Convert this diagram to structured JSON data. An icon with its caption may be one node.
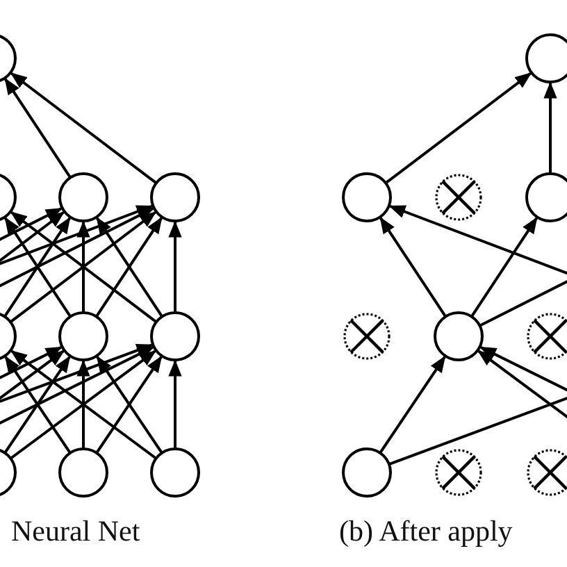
{
  "diagram": {
    "nodes": [
      {
        "text": [],
        "shape": "circle"
      },
      {
        "text": [],
        "shape": "circle"
      },
      {
        "text": [],
        "shape": "circle"
      },
      {
        "text": [],
        "shape": "circle"
      },
      {
        "text": [],
        "shape": "circle"
      },
      {
        "text": [],
        "shape": "circle"
      },
      {
        "text": [],
        "shape": "crossed"
      },
      {
        "text": [],
        "shape": "circle"
      },
      {
        "text": [],
        "shape": "circle"
      },
      {
        "text": [],
        "shape": "circle"
      },
      {
        "text": [],
        "shape": "circle"
      },
      {
        "text": [],
        "shape": "crossed"
      },
      {
        "text": [],
        "shape": "circle"
      },
      {
        "text": [],
        "shape": "crossed"
      },
      {
        "text": [],
        "shape": "circle"
      },
      {
        "text": [],
        "shape": "circle"
      },
      {
        "text": [],
        "shape": "circle"
      },
      {
        "text": [],
        "shape": "circle"
      },
      {
        "text": [],
        "shape": "crossed"
      },
      {
        "text": [],
        "shape": "crossed"
      }
    ],
    "edges": [
      {
        "from": 3,
        "to": 0,
        "arrow": "to"
      },
      {
        "from": 4,
        "to": 0,
        "arrow": "to"
      },
      {
        "from": 9,
        "to": 2,
        "arrow": "to"
      },
      {
        "from": 10,
        "to": 2,
        "arrow": "to"
      },
      {
        "from": 8,
        "to": 3,
        "arrow": "to"
      },
      {
        "from": 8,
        "to": 4,
        "arrow": "to"
      },
      {
        "from": 9,
        "to": 3,
        "arrow": "to"
      },
      {
        "from": 9,
        "to": 4,
        "arrow": "to"
      },
      {
        "from": 10,
        "to": 3,
        "arrow": "to"
      },
      {
        "from": 10,
        "to": 4,
        "arrow": "to"
      },
      {
        "from": 15,
        "to": 8,
        "arrow": "to"
      },
      {
        "from": 16,
        "to": 8,
        "arrow": "to"
      },
      {
        "from": 14,
        "to": 9,
        "arrow": "to"
      },
      {
        "from": 14,
        "to": 10,
        "arrow": "to"
      },
      {
        "from": 15,
        "to": 9,
        "arrow": "to"
      },
      {
        "from": 15,
        "to": 10,
        "arrow": "to"
      },
      {
        "from": 16,
        "to": 9,
        "arrow": "to"
      },
      {
        "from": 16,
        "to": 10,
        "arrow": "to"
      },
      {
        "from": null,
        "to": 3,
        "arrow": "to"
      },
      {
        "from": null,
        "to": 3,
        "arrow": "to"
      },
      {
        "from": null,
        "to": 4,
        "arrow": "to"
      },
      {
        "from": null,
        "to": 4,
        "arrow": "to"
      },
      {
        "from": null,
        "to": 9,
        "arrow": "to"
      },
      {
        "from": null,
        "to": 9,
        "arrow": "to"
      },
      {
        "from": null,
        "to": 10,
        "arrow": "to"
      },
      {
        "from": null,
        "to": 10,
        "arrow": "to"
      },
      {
        "from": 5,
        "to": 1,
        "arrow": "to"
      },
      {
        "from": 7,
        "to": 1,
        "arrow": "to"
      },
      {
        "from": 12,
        "to": 5,
        "arrow": "to"
      },
      {
        "from": 12,
        "to": 7,
        "arrow": "to"
      },
      {
        "from": null,
        "to": 5,
        "arrow": "to"
      },
      {
        "from": 17,
        "to": 12,
        "arrow": "to"
      },
      {
        "from": 17,
        "to": null,
        "arrow": "to"
      },
      {
        "from": null,
        "to": 12,
        "arrow": "to"
      },
      {
        "from": null,
        "to": 12,
        "arrow": "to"
      },
      {
        "from": 12,
        "to": null,
        "arrow": "to"
      }
    ],
    "labels": [
      "Neural Net",
      "(b) After apply"
    ]
  }
}
